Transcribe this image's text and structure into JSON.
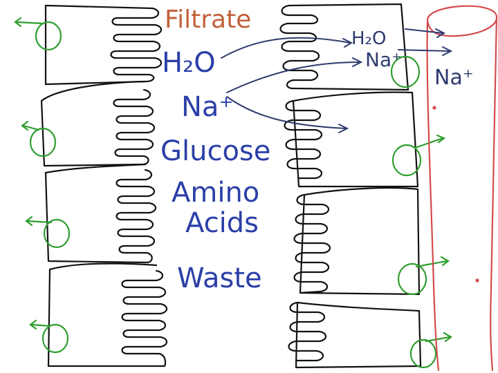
{
  "labels": {
    "title": "Filtrate",
    "items": [
      "H₂O",
      "Na⁺",
      "Glucose",
      "Amino",
      "Acids",
      "Waste"
    ],
    "right_h2o": "H₂O",
    "right_na": "Na⁺",
    "vessel_na": "Na⁺"
  },
  "colors": {
    "ink": "#111111",
    "title": "#c2613a",
    "items": "#2b3fa8",
    "nucleus": "#2e9e2e",
    "vessel": "#d44a4a",
    "arrow": "#2f3a6e"
  }
}
